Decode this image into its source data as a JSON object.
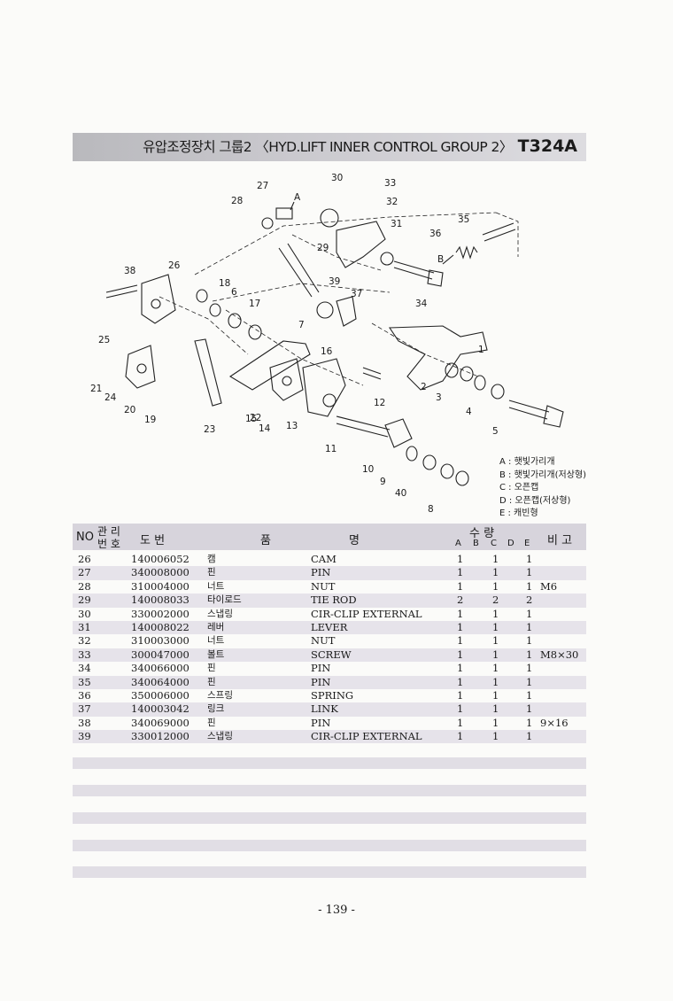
{
  "header": {
    "title": "유압조정장치 그룹2 〈HYD.LIFT INNER CONTROL GROUP 2〉",
    "code": "T324A"
  },
  "diagram": {
    "callouts": [
      "1",
      "2",
      "3",
      "4",
      "5",
      "6",
      "7",
      "8",
      "9",
      "10",
      "11",
      "12",
      "13",
      "14",
      "15",
      "16",
      "17",
      "18",
      "19",
      "20",
      "21",
      "22",
      "23",
      "24",
      "25",
      "26",
      "27",
      "28",
      "29",
      "30",
      "31",
      "32",
      "33",
      "34",
      "35",
      "36",
      "37",
      "38",
      "39",
      "40",
      "A",
      "B"
    ]
  },
  "legend": [
    "A : 햇빛가리개",
    "B : 햇빛가리개(저상형)",
    "C : 오픈캡",
    "D : 오픈캡(저상형)",
    "E : 캐빈형"
  ],
  "table": {
    "headers": {
      "no": "NO",
      "mgmt1": "관 리",
      "mgmt2": "번 호",
      "drawing": "도   번",
      "name1": "품",
      "name2": "명",
      "qty": "수     량",
      "cols": [
        "A",
        "B",
        "C",
        "D",
        "E"
      ],
      "remark": "비  고"
    },
    "rows": [
      {
        "no": "26",
        "part": "140006052",
        "kr": "캠",
        "en": "CAM",
        "a": "1",
        "c": "1",
        "e": "1",
        "note": ""
      },
      {
        "no": "27",
        "part": "340008000",
        "kr": "핀",
        "en": "PIN",
        "a": "1",
        "c": "1",
        "e": "1",
        "note": ""
      },
      {
        "no": "28",
        "part": "310004000",
        "kr": "너트",
        "en": "NUT",
        "a": "1",
        "c": "1",
        "e": "1",
        "note": "M6"
      },
      {
        "no": "29",
        "part": "140008033",
        "kr": "타이로드",
        "en": "TIE ROD",
        "a": "2",
        "c": "2",
        "e": "2",
        "note": ""
      },
      {
        "no": "30",
        "part": "330002000",
        "kr": "스냅링",
        "en": "CIR-CLIP EXTERNAL",
        "a": "1",
        "c": "1",
        "e": "1",
        "note": ""
      },
      {
        "no": "31",
        "part": "140008022",
        "kr": "레버",
        "en": "LEVER",
        "a": "1",
        "c": "1",
        "e": "1",
        "note": ""
      },
      {
        "no": "32",
        "part": "310003000",
        "kr": "너트",
        "en": "NUT",
        "a": "1",
        "c": "1",
        "e": "1",
        "note": ""
      },
      {
        "no": "33",
        "part": "300047000",
        "kr": "볼트",
        "en": "SCREW",
        "a": "1",
        "c": "1",
        "e": "1",
        "note": "M8×30"
      },
      {
        "no": "34",
        "part": "340066000",
        "kr": "핀",
        "en": "PIN",
        "a": "1",
        "c": "1",
        "e": "1",
        "note": ""
      },
      {
        "no": "35",
        "part": "340064000",
        "kr": "핀",
        "en": "PIN",
        "a": "1",
        "c": "1",
        "e": "1",
        "note": ""
      },
      {
        "no": "36",
        "part": "350006000",
        "kr": "스프링",
        "en": "SPRING",
        "a": "1",
        "c": "1",
        "e": "1",
        "note": ""
      },
      {
        "no": "37",
        "part": "140003042",
        "kr": "링크",
        "en": "LINK",
        "a": "1",
        "c": "1",
        "e": "1",
        "note": ""
      },
      {
        "no": "38",
        "part": "340069000",
        "kr": "핀",
        "en": "PIN",
        "a": "1",
        "c": "1",
        "e": "1",
        "note": "9×16"
      },
      {
        "no": "39",
        "part": "330012000",
        "kr": "스냅링",
        "en": "CIR-CLIP EXTERNAL",
        "a": "1",
        "c": "1",
        "e": "1",
        "note": ""
      }
    ]
  },
  "footer": {
    "page": "- 139 -"
  }
}
